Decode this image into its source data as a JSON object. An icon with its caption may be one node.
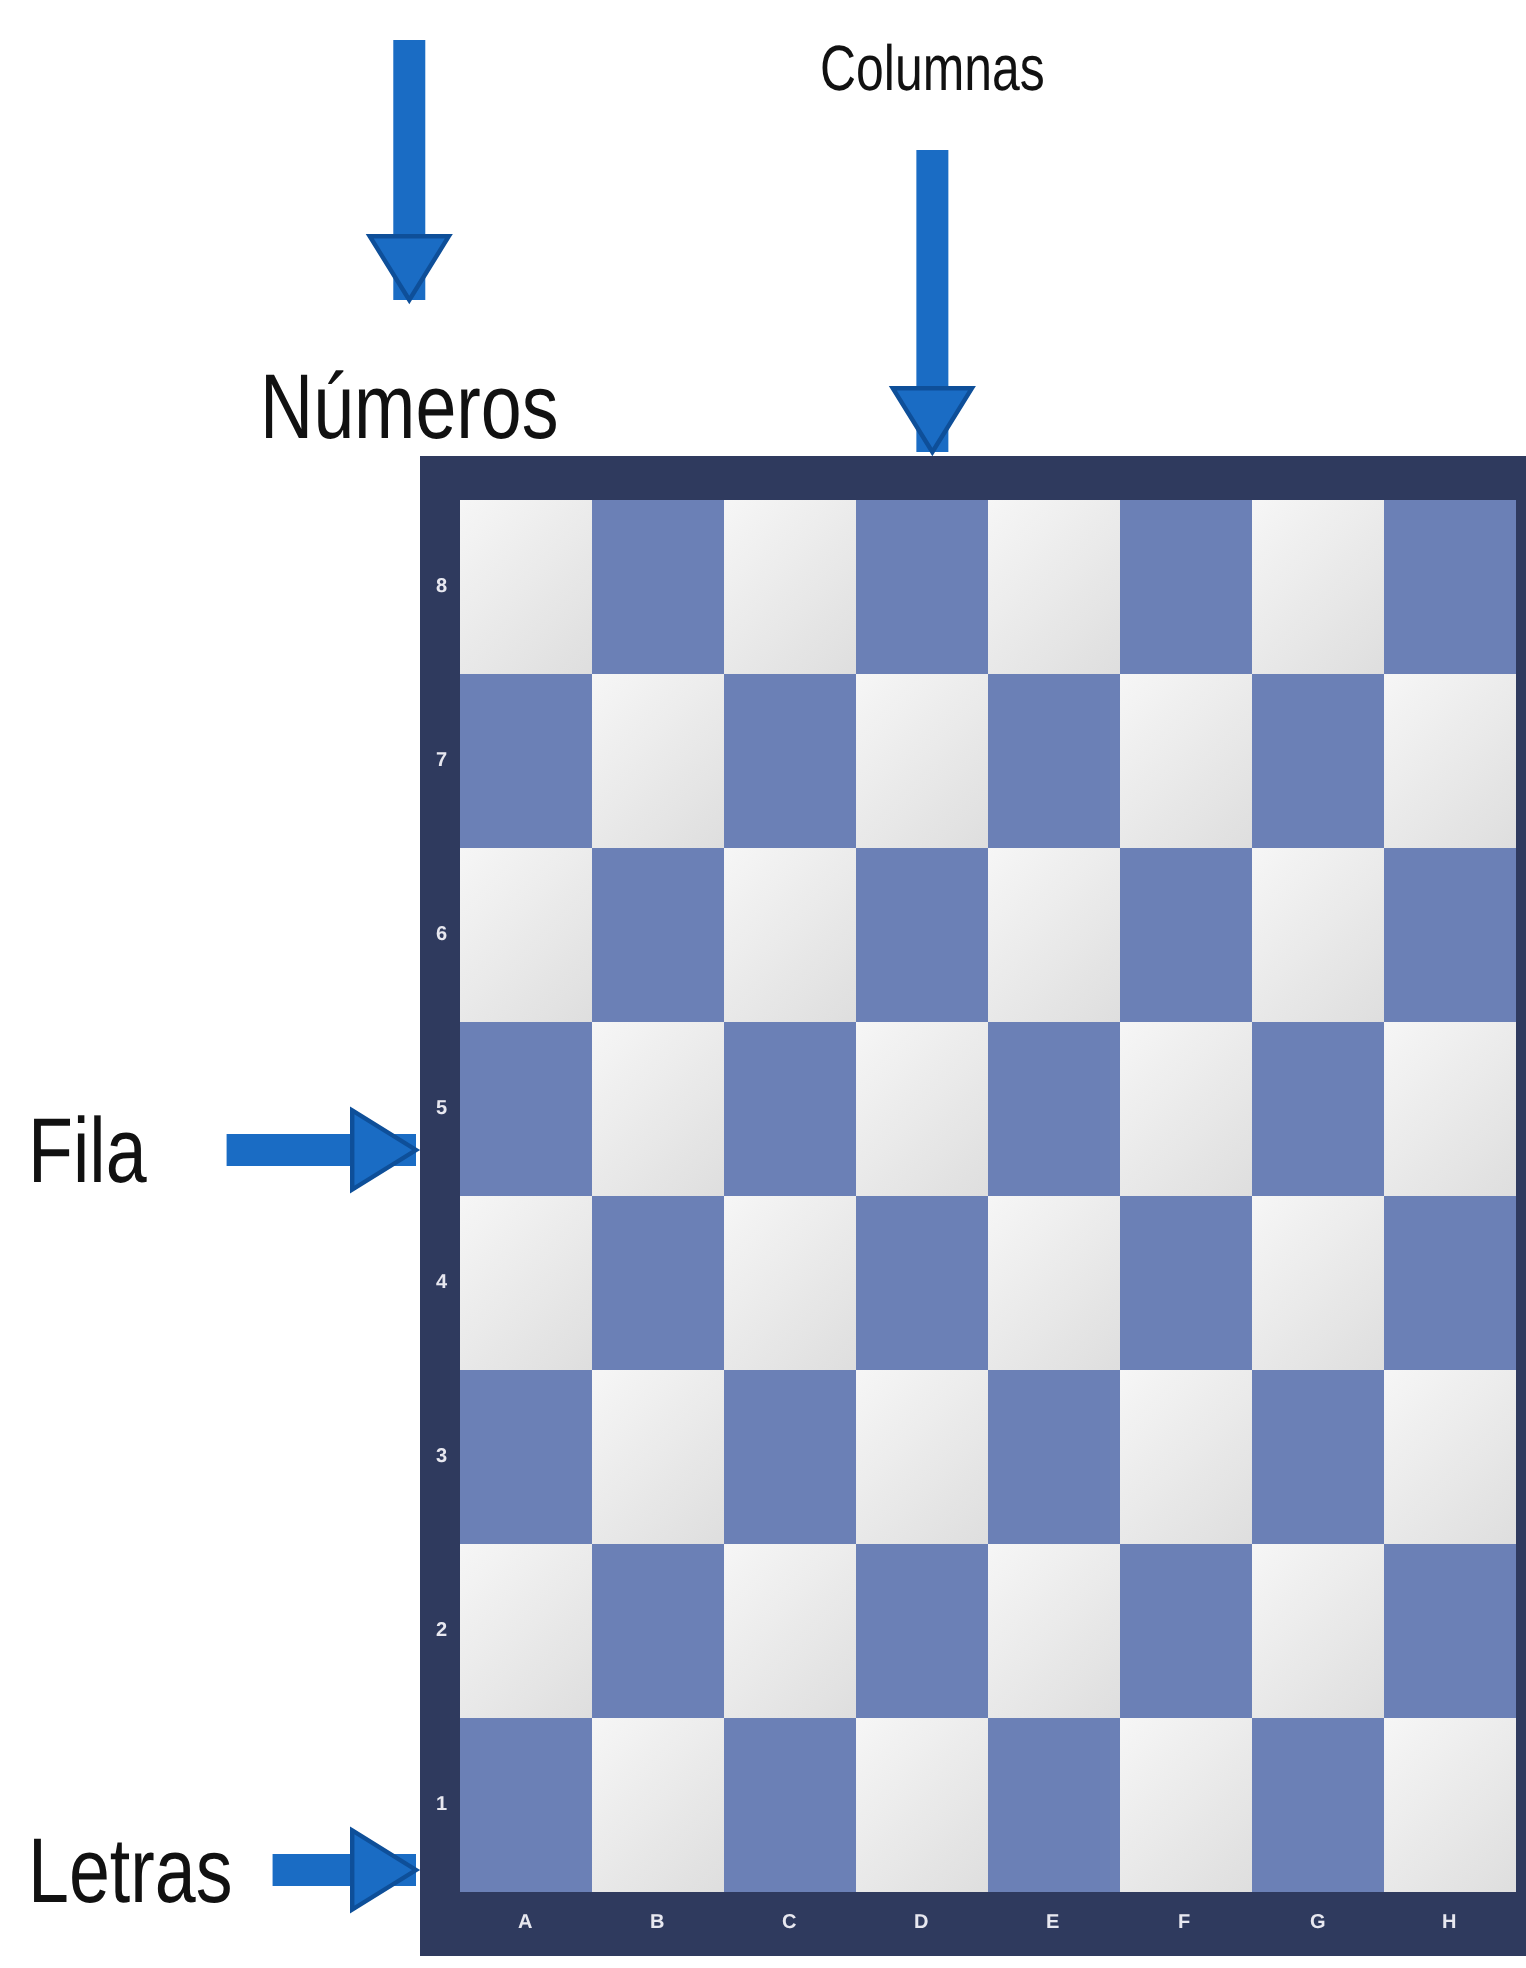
{
  "diagram": {
    "nodes": [
      {
        "text": [
          "Columnas"
        ]
      },
      {
        "text": [
          "Números"
        ]
      },
      {
        "text": [
          "Fila"
        ]
      },
      {
        "text": [
          "Letras"
        ]
      },
      {
        "text": [],
        "shape": "box"
      }
    ],
    "edges": [
      {
        "from": 0,
        "to": 4,
        "arrow": "to"
      },
      {
        "from": null,
        "to": 1,
        "arrow": "to"
      },
      {
        "from": 2,
        "to": 4,
        "arrow": "to"
      },
      {
        "from": 3,
        "to": 4,
        "arrow": "to"
      }
    ],
    "labels": [
      "8",
      "7",
      "6",
      "5",
      "4",
      "3",
      "2",
      "1",
      "A",
      "B",
      "C",
      "D",
      "E",
      "F",
      "G",
      "H"
    ]
  }
}
